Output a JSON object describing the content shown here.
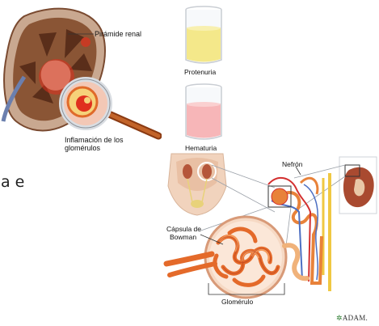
{
  "labels": {
    "piramide": "Pirámide renal",
    "inflamacion_line1": "Inflamación de los",
    "inflamacion_line2": "glomérulos",
    "proteinuria": "Protenuria",
    "hematuria": "Hematuria",
    "nefron": "Nefrón",
    "capsula_line1": "Cápsula de",
    "capsula_line2": "Bowman",
    "glomerulo": "Glomérulo",
    "credit": "ADAM.",
    "cut_text": "a e"
  },
  "colors": {
    "urine_yellow": "#f4e88a",
    "urine_pink": "#f7b6b8",
    "kidney_brown": "#9b5a3c",
    "inflammation_red": "#e0301e",
    "vessel_orange": "#e8823a",
    "vein_blue": "#4d6fc2",
    "glass_rim": "#c9cdd3"
  }
}
